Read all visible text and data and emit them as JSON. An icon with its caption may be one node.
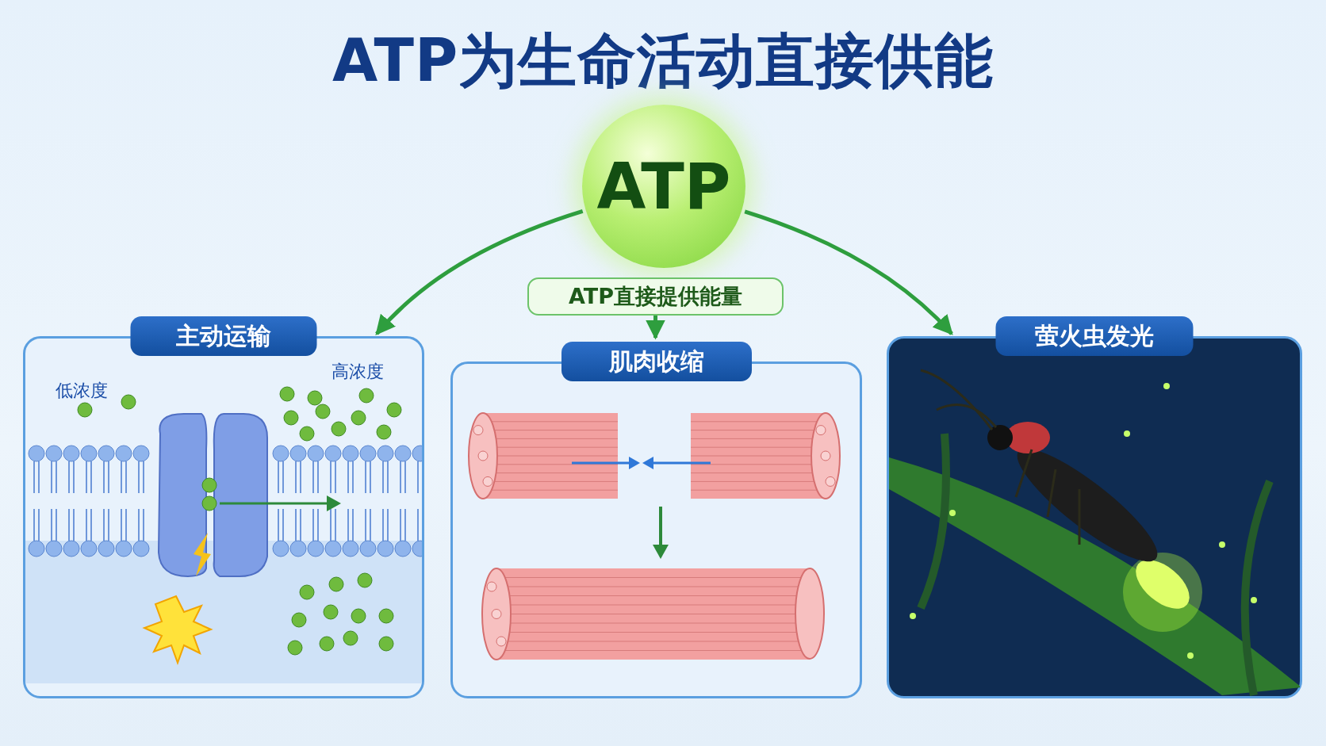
{
  "diagram": {
    "title": "ATP为生命活动直接供能",
    "nodes": [
      {
        "text": [
          "ATP"
        ]
      },
      {
        "text": [
          "ATP直接提供能量"
        ]
      },
      {
        "text": [
          "主动运输"
        ]
      },
      {
        "text": [
          "肌肉收缩"
        ]
      },
      {
        "text": [
          "萤火虫发光"
        ]
      }
    ],
    "edges": [
      {
        "from": 0,
        "to": 2,
        "arrow": "to"
      },
      {
        "from": 0,
        "to": 4,
        "arrow": "to"
      },
      {
        "from": 1,
        "to": 3,
        "arrow": "to"
      }
    ],
    "labels": [
      "低浓度",
      "高浓度"
    ]
  }
}
